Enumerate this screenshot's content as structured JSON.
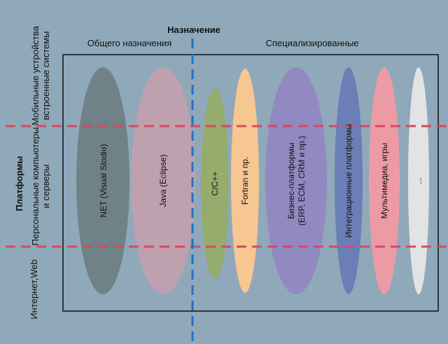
{
  "header": {
    "title": "Назначение",
    "left_group": "Общего назначения",
    "right_group": "Специализированные"
  },
  "side": {
    "title": "Платформы",
    "row_mobile_line1": "Мобильные устройства",
    "row_mobile_line2": "встроенные системы",
    "row_pc_line1": "Персональные компьютеры",
    "row_pc_line2": "и серверы",
    "row_web": "Интернет,Web"
  },
  "ellipses": [
    {
      "lines": [
        "NET (Visual Stodio)"
      ],
      "color": "#6f8288"
    },
    {
      "lines": [
        "Java (Eclipse)"
      ],
      "color": "#bfa0ae"
    },
    {
      "lines": [
        "C/C++"
      ],
      "color": "#96ac6c"
    },
    {
      "lines": [
        "Fortran и пр."
      ],
      "color": "#f6c791"
    },
    {
      "lines": [
        "Бизнес-платформы",
        "(ERP, ECM, CRM и пр.)"
      ],
      "color": "#9289c0"
    },
    {
      "lines": [
        "Интеграционные платформы"
      ],
      "color": "#6b7eb6"
    },
    {
      "lines": [
        "Мультимедиа, игры"
      ],
      "color": "#ec9ba4"
    },
    {
      "lines": [
        "..."
      ],
      "color": "#e2e3e4"
    }
  ],
  "colors": {
    "background": "#8fa9ba",
    "red_dash": "#d8485f",
    "blue_dash": "#1e73c4",
    "frame": "#111111",
    "text": "#111111"
  }
}
